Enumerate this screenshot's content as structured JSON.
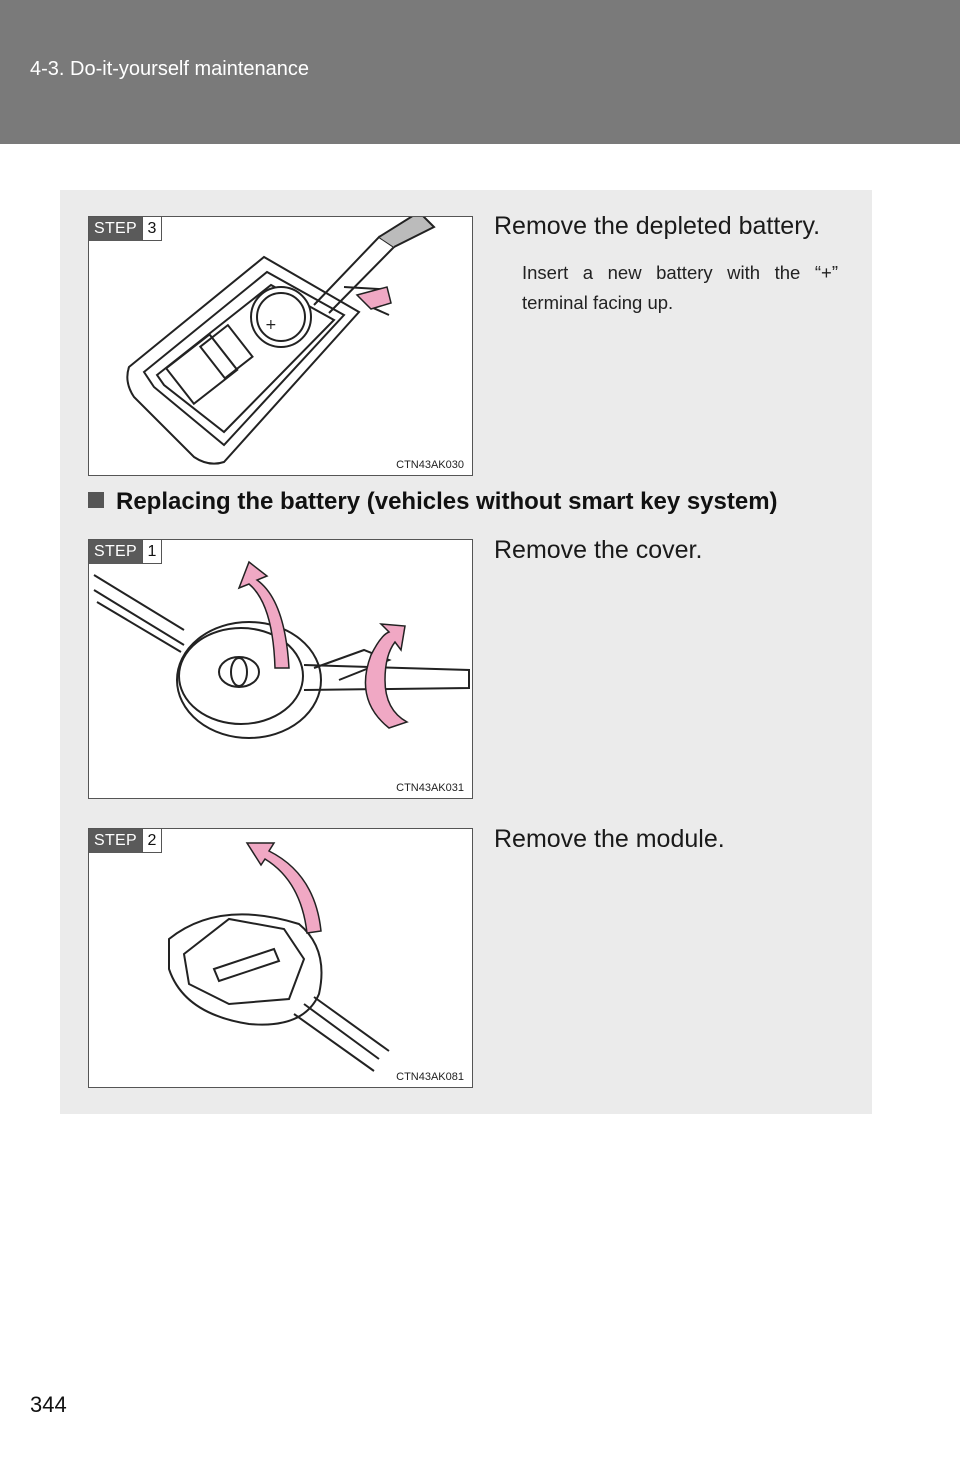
{
  "header": {
    "section": "4-3. Do-it-yourself maintenance"
  },
  "steps": [
    {
      "step_label": "STEP",
      "step_number": "3",
      "instruction": "Remove the depleted battery.",
      "note": "Insert a new battery with the “+” terminal facing up.",
      "figure_code": "CTN43AK030"
    },
    {
      "step_label": "STEP",
      "step_number": "1",
      "instruction": "Remove the cover.",
      "figure_code": "CTN43AK031"
    },
    {
      "step_label": "STEP",
      "step_number": "2",
      "instruction": "Remove the module.",
      "figure_code": "CTN43AK081"
    }
  ],
  "section_heading": "Replacing the battery (vehicles without smart key system)",
  "page_number": "344",
  "colors": {
    "header_bg": "#7a7a7a",
    "panel_bg": "#ebebeb",
    "arrow_pink": "#f0a8c4"
  }
}
